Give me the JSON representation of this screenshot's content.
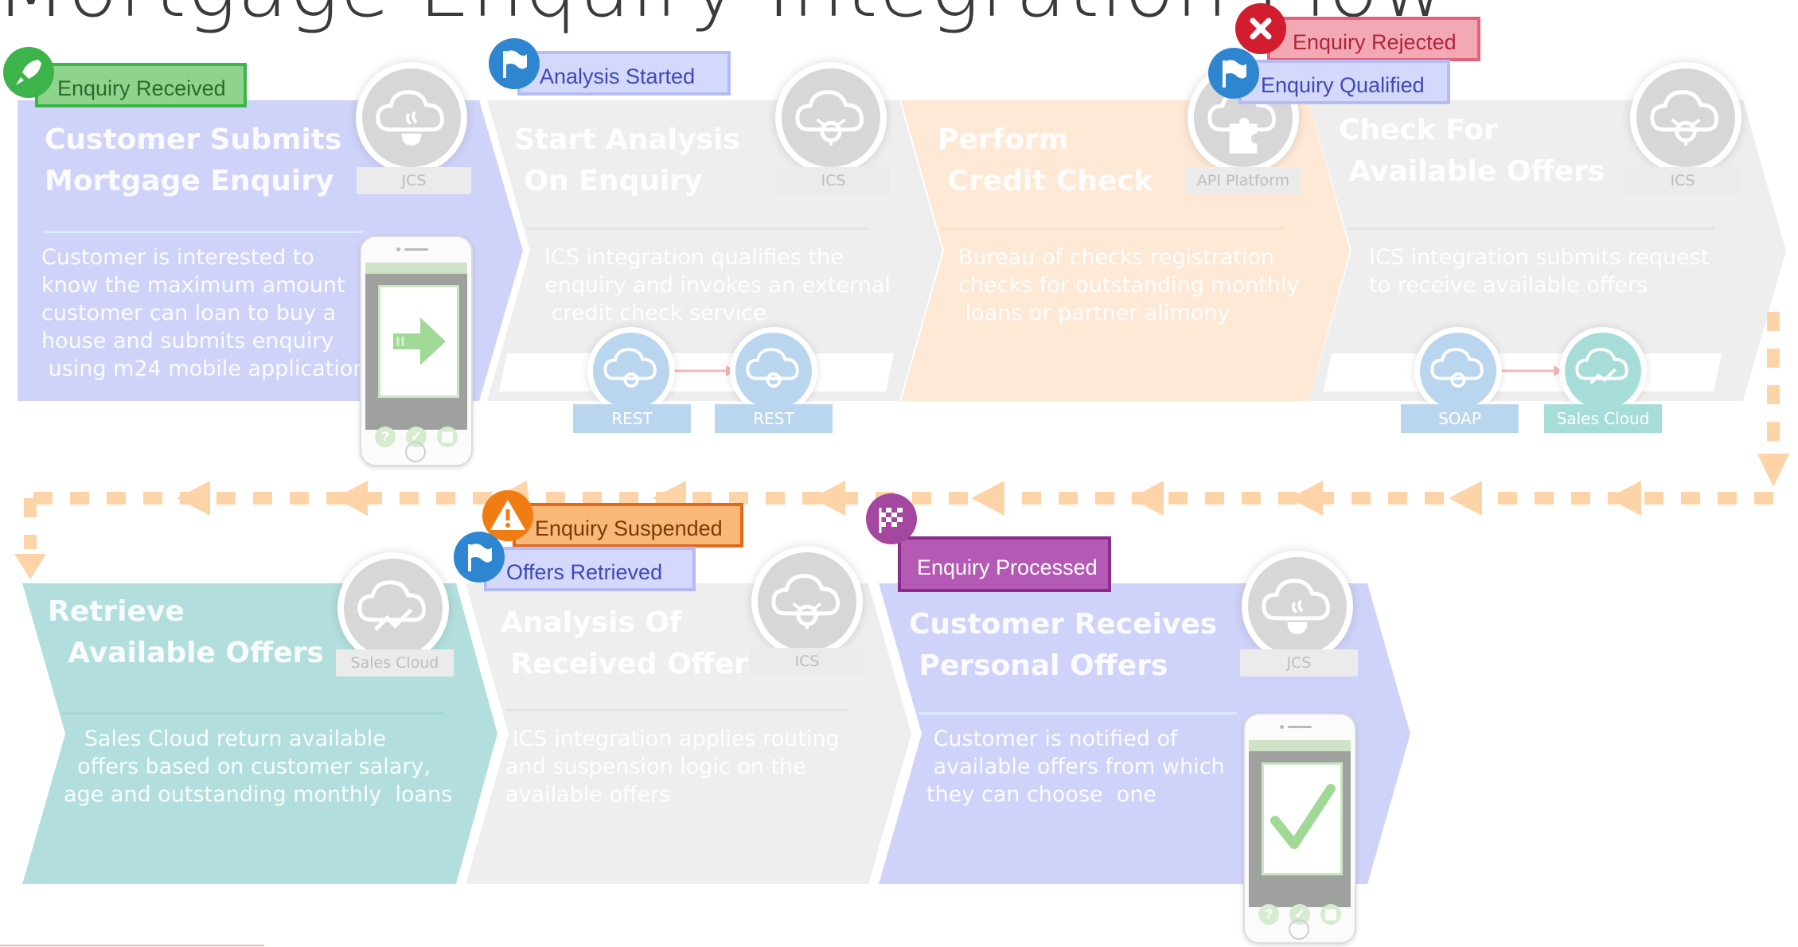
{
  "title": "Mortgage Enquiry Integration Flow",
  "colors": {
    "blue_step": "#d0d3f9",
    "grey_step": "#eeeeee",
    "orange_step": "#fde9d6",
    "teal_step": "#b2dfde",
    "flow_arrow": "#fdd4a8",
    "link_arrow": "#f4b8b8",
    "endpoint_blue": "#b9d6ee",
    "endpoint_teal": "#a6ddd9"
  },
  "steps": [
    {
      "title": "Customer Submits\nMortgage Enquiry",
      "service": "JCS",
      "description": "Customer is interested to\nknow the maximum amount\ncustomer can loan to buy a\nhouse and submits enquiry\n using m24 mobile application"
    },
    {
      "title": "Start Analysis\n On Enquiry",
      "service": "ICS",
      "description": "ICS integration qualifies the\nenquiry and invokes an external\n credit check service"
    },
    {
      "title": "Perform\n Credit Check",
      "service": "API Platform",
      "description": "Bureau of checks registration\nchecks for outstanding monthly\n loans or partner alimony"
    },
    {
      "title": "Check For\n Available Offers",
      "service": "ICS",
      "description": "ICS integration submits request\nto receive available offers"
    },
    {
      "title": "Retrieve\n  Available Offers",
      "service": "Sales  Cloud",
      "description": "   Sales Cloud return available\n  offers based on customer salary,\nage and outstanding monthly  loans"
    },
    {
      "title": "Analysis Of\n Received Offers",
      "service": "ICS",
      "description": " ICS integration applies routing\nand suspension logic on the\navailable offers"
    },
    {
      "title": "Customer Receives\n Personal Offers",
      "service": "JCS",
      "description": " Customer is notified of\n available offers from which\nthey can choose  one"
    }
  ],
  "endpoints": [
    {
      "label": "REST",
      "icon": "cloud-gear-icon"
    },
    {
      "label": "REST",
      "icon": "cloud-gear-icon"
    },
    {
      "label": "SOAP",
      "icon": "cloud-gear-icon"
    },
    {
      "label": "Sales  Cloud",
      "icon": "cloud-chart-icon"
    }
  ],
  "milestones": [
    {
      "label": "Enquiry Received",
      "icon": "rocket-icon",
      "color": "#8fd48c",
      "border": "#3cb44a",
      "text": "#2a6b2a",
      "icon_bg": "#3cb44a"
    },
    {
      "label": "Analysis Started",
      "icon": "flag-icon",
      "color": "#d4d8fb",
      "border": "#b5bcf5",
      "text": "#3d4ab5",
      "icon_bg": "#2f86d0"
    },
    {
      "label": "Enquiry Rejected",
      "icon": "close-icon",
      "color": "#f2a9b4",
      "border": "#e06479",
      "text": "#b0253d",
      "icon_bg": "#d21d2e"
    },
    {
      "label": "Enquiry Qualified",
      "icon": "flag-icon",
      "color": "#d4d8fb",
      "border": "#b5bcf5",
      "text": "#3d4ab5",
      "icon_bg": "#2f86d0"
    },
    {
      "label": "Enquiry Suspended",
      "icon": "warning-icon",
      "color": "#f9b778",
      "border": "#e0691c",
      "text": "#7a3a06",
      "icon_bg": "#ef7d14"
    },
    {
      "label": "Offers Retrieved",
      "icon": "flag-icon",
      "color": "#d4d8fb",
      "border": "#b5bcf5",
      "text": "#3d4ab5",
      "icon_bg": "#2f86d0"
    },
    {
      "label": "Enquiry Processed",
      "icon": "checkered-flag-icon",
      "color": "#b45ab4",
      "border": "#8a2d8a",
      "text": "#ffffff",
      "icon_bg": "#a3479f"
    }
  ]
}
